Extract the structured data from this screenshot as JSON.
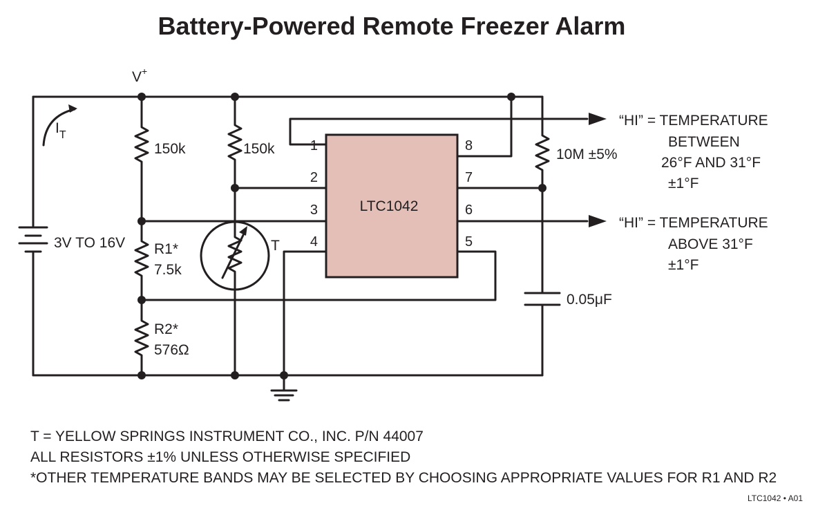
{
  "title": "Battery-Powered Remote Freezer Alarm",
  "supply": {
    "rail": "V",
    "rail_sup": "+",
    "current": "I",
    "current_sub": "T",
    "battery": "3V TO 16V"
  },
  "resistors": {
    "r_left": "150k",
    "r_mid": "150k",
    "r1_name": "R1*",
    "r1_value": "7.5k",
    "r2_name": "R2*",
    "r2_value": "576Ω",
    "r_right": "10M ±5%"
  },
  "thermistor": "T",
  "capacitor": "0.05μF",
  "ic": {
    "name": "LTC1042",
    "pins": [
      "1",
      "2",
      "3",
      "4",
      "5",
      "6",
      "7",
      "8"
    ]
  },
  "outputs": [
    {
      "lines": [
        "“HI” = TEMPERATURE",
        "BETWEEN",
        "26°F AND 31°F",
        "±1°F"
      ]
    },
    {
      "lines": [
        "“HI” = TEMPERATURE",
        "ABOVE 31°F",
        "±1°F"
      ]
    }
  ],
  "notes": [
    "T = YELLOW SPRINGS INSTRUMENT CO., INC. P/N 44007",
    "ALL RESISTORS ±1% UNLESS OTHERWISE SPECIFIED",
    "*OTHER TEMPERATURE BANDS MAY BE SELECTED BY CHOOSING APPROPRIATE VALUES FOR R1 AND R2"
  ],
  "figure_id": "LTC1042 • A01",
  "colors": {
    "ic_fill": "#e3bfb8",
    "ink": "#231f20"
  }
}
